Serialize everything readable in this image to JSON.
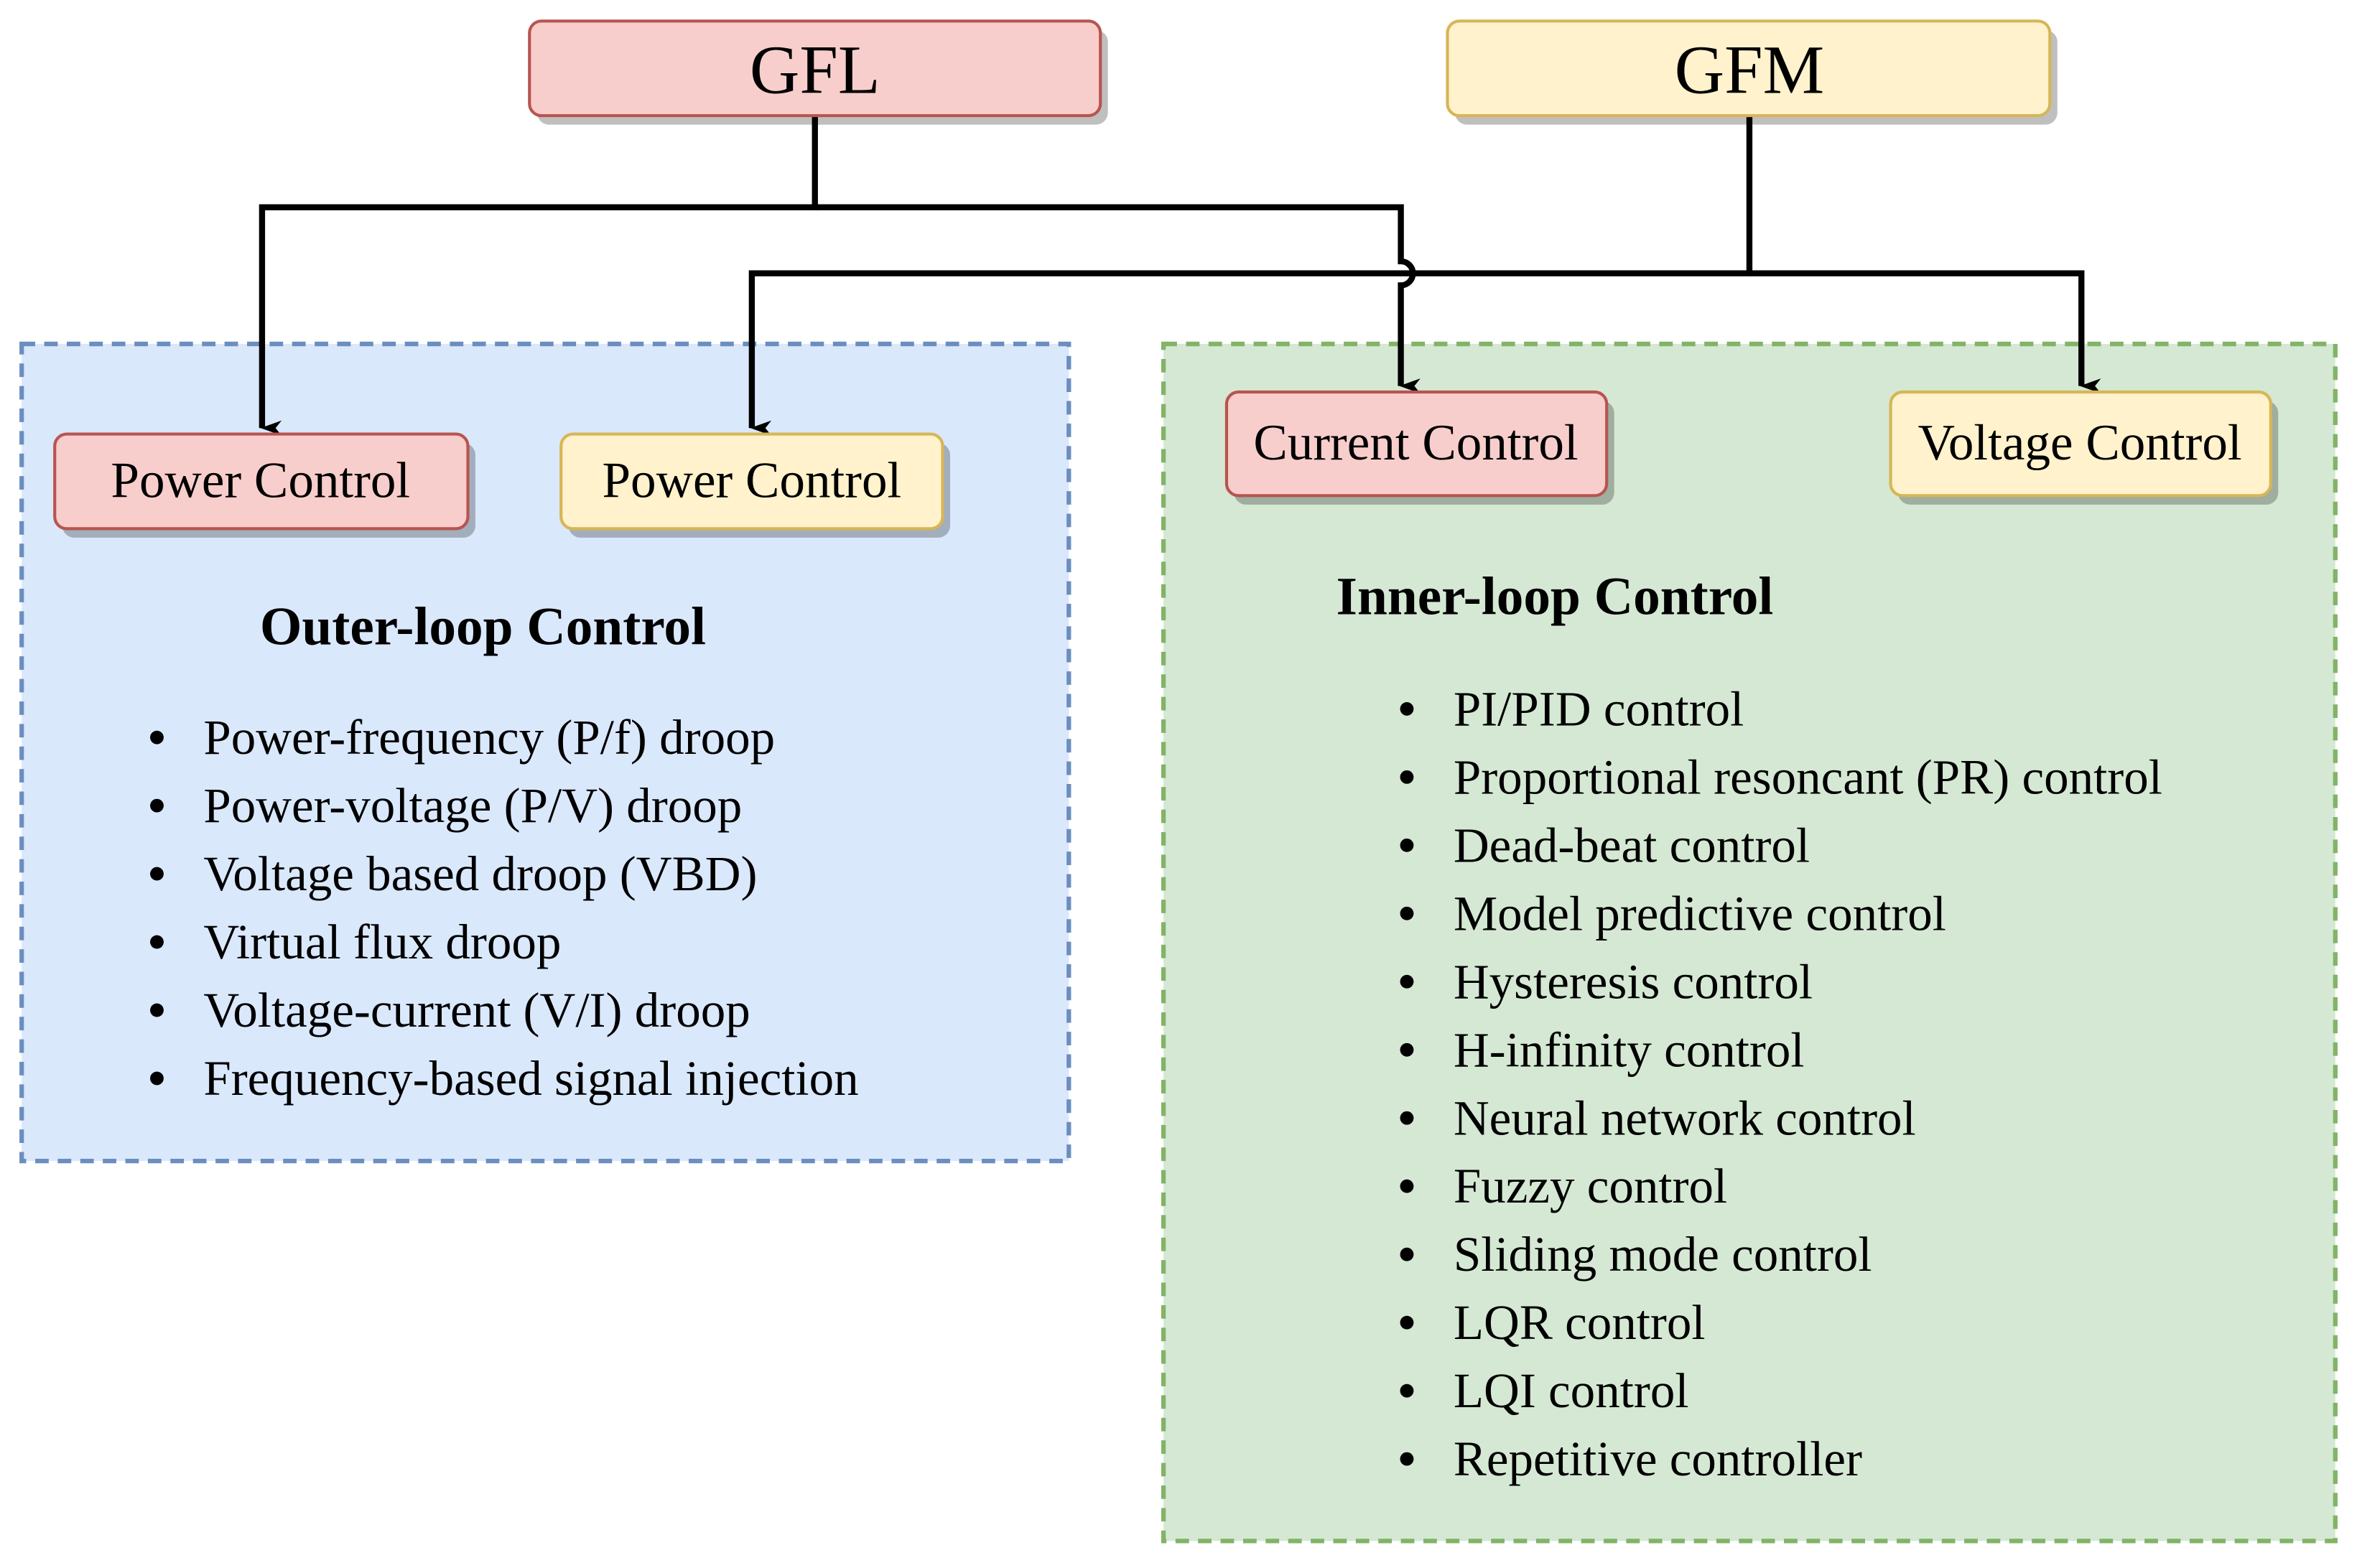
{
  "colors": {
    "gfl_fill": "#f8cecc",
    "gfl_stroke": "#b85450",
    "gfm_fill": "#fff2cc",
    "gfm_stroke": "#d6b656",
    "outer_fill": "#dae8fc",
    "outer_stroke": "#6c8ebf",
    "inner_fill": "#d5e8d4",
    "inner_stroke": "#82b366"
  },
  "top": {
    "gfl": "GFL",
    "gfm": "GFM"
  },
  "outer": {
    "gfl_box": "Power Control",
    "gfm_box": "Power Control",
    "title": "Outer-loop Control",
    "items": [
      "Power-frequency (P/f) droop",
      "Power-voltage (P/V) droop",
      "Voltage based droop (VBD)",
      "Virtual flux droop",
      "Voltage-current (V/I) droop",
      "Frequency-based signal injection"
    ]
  },
  "inner": {
    "gfl_box": "Current Control",
    "gfm_box": "Voltage Control",
    "title": "Inner-loop Control",
    "items": [
      "PI/PID control",
      "Proportional resoncant (PR) control",
      "Dead-beat control",
      "Model predictive control",
      "Hysteresis control",
      "H-infinity control",
      "Neural network control",
      "Fuzzy control",
      "Sliding mode control",
      "LQR control",
      "LQI control",
      "Repetitive controller"
    ]
  }
}
